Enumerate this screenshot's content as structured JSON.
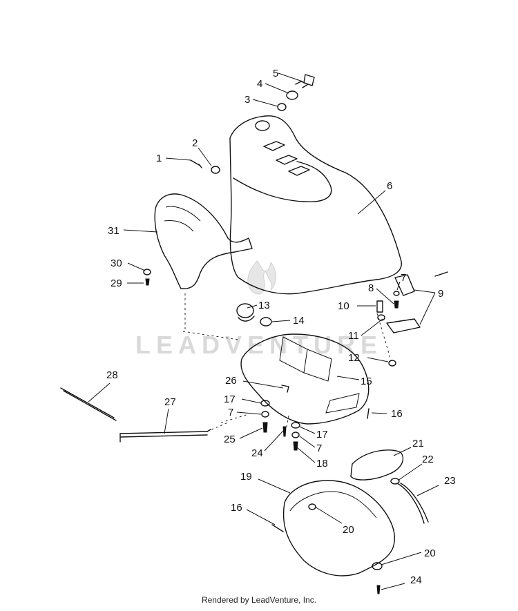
{
  "watermark": "LEADVENTURE",
  "footer": "Rendered by LeadVenture, Inc.",
  "callouts": [
    "1",
    "2",
    "3",
    "4",
    "5",
    "6",
    "7",
    "7",
    "7",
    "8",
    "9",
    "10",
    "11",
    "12",
    "13",
    "14",
    "15",
    "16",
    "16",
    "17",
    "17",
    "18",
    "19",
    "20",
    "20",
    "21",
    "22",
    "23",
    "24",
    "24",
    "25",
    "26",
    "27",
    "28",
    "29",
    "30",
    "31"
  ]
}
